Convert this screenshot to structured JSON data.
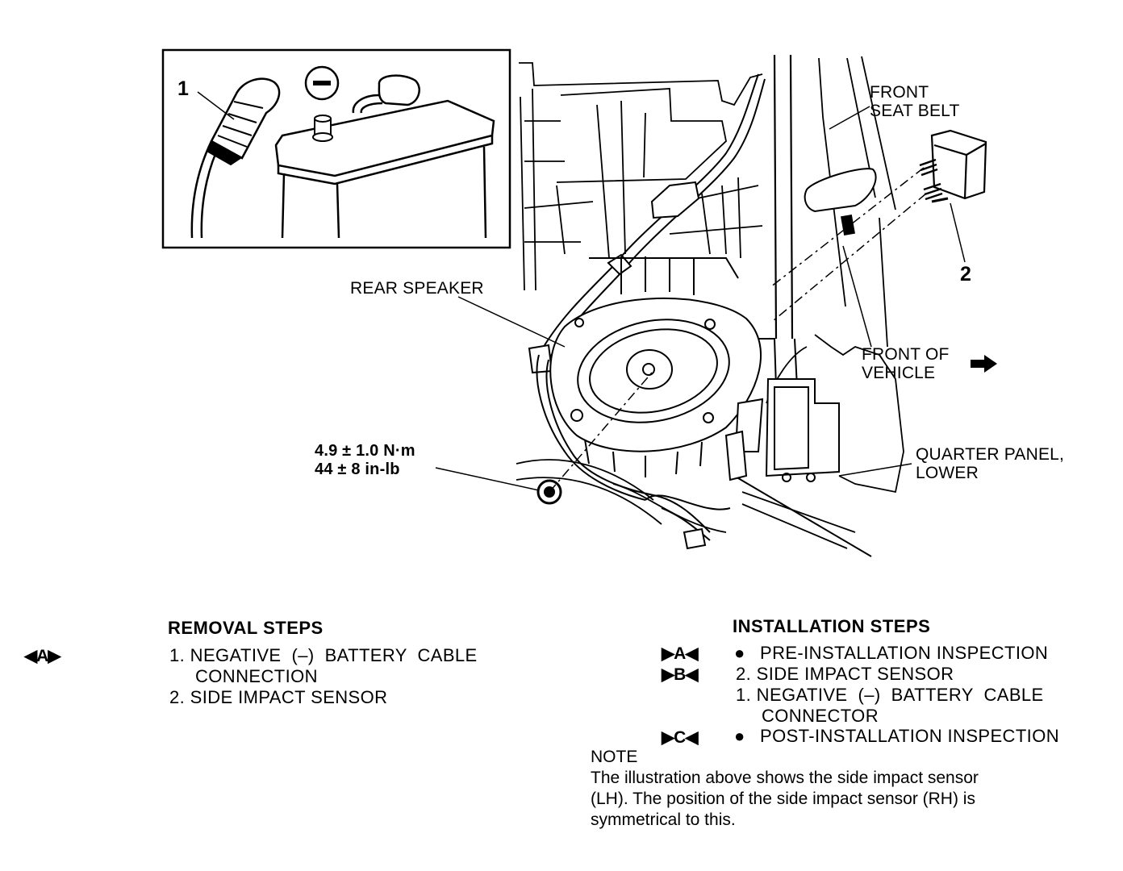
{
  "figure": {
    "callout_1": "1",
    "callout_2": "2",
    "minus_symbol": "−",
    "labels": {
      "front_seat_belt_1": "FRONT",
      "front_seat_belt_2": "SEAT BELT",
      "rear_speaker": "REAR SPEAKER",
      "front_of_vehicle_1": "FRONT OF",
      "front_of_vehicle_2": "VEHICLE",
      "quarter_panel_1": "QUARTER PANEL,",
      "quarter_panel_2": "LOWER",
      "torque_nm": "4.9 ± 1.0 N·m",
      "torque_inlb": "44 ± 8 in-lb"
    },
    "direction_arrow_icon": "right-arrow-icon"
  },
  "removal": {
    "heading": "REMOVAL STEPS",
    "badge": "◀A▶",
    "steps": [
      {
        "text_line1": "1. NEGATIVE  (–)  BATTERY  CABLE",
        "text_line2": "CONNECTION"
      },
      {
        "text_line1": "2. SIDE IMPACT SENSOR"
      }
    ]
  },
  "installation": {
    "heading": "INSTALLATION STEPS",
    "steps": [
      {
        "badge": "▶A◀",
        "marker": "●",
        "text_line1": "PRE-INSTALLATION INSPECTION"
      },
      {
        "badge": "▶B◀",
        "text_line1": "2. SIDE IMPACT SENSOR"
      },
      {
        "text_line1": "1. NEGATIVE  (–)  BATTERY  CABLE",
        "text_line2": "CONNECTOR"
      },
      {
        "badge": "▶C◀",
        "marker": "●",
        "text_line1": "POST-INSTALLATION INSPECTION"
      }
    ]
  },
  "note": {
    "title": "NOTE",
    "line1": "The illustration above shows the side impact sensor",
    "line2": "(LH). The position of the side impact sensor (RH) is",
    "line3": "symmetrical to this."
  }
}
